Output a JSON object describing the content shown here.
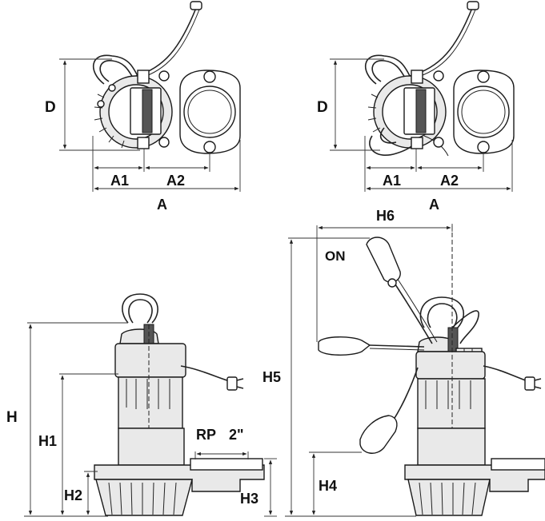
{
  "labels": {
    "d_left": "D",
    "a1_left": "A1",
    "a2_left": "A2",
    "a_left": "A",
    "d_right": "D",
    "a1_right": "A1",
    "a2_right": "A2",
    "a_right": "A",
    "h6": "H6",
    "on": "ON",
    "h": "H",
    "h1": "H1",
    "h2": "H2",
    "rp": "RP",
    "size": "2\"",
    "h3": "H3",
    "h5": "H5",
    "h4": "H4"
  }
}
